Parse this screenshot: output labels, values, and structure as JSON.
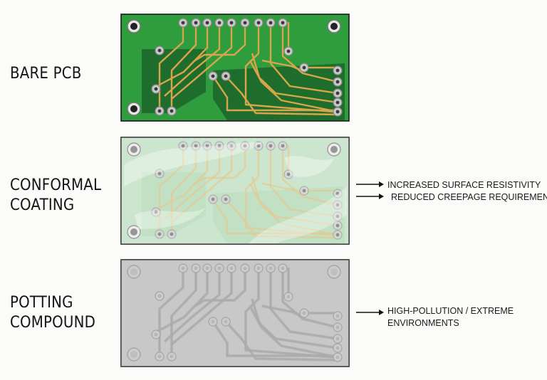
{
  "labels": {
    "bare": [
      "BARE PCB"
    ],
    "conformal": [
      "CONFORMAL",
      "COATING"
    ],
    "potting": [
      "POTTING",
      "COMPOUND"
    ]
  },
  "notes": {
    "conformal": [
      "INCREASED SURFACE RESISTIVITY",
      "REDUCED CREEPAGE REQUIREMENTS"
    ],
    "potting": [
      "HIGH-POLLUTION / EXTREME",
      "ENVIRONMENTS"
    ]
  },
  "colors": {
    "bare_board": "#2f9c3d",
    "bare_dark": "#1f6d2c",
    "trace": "#d8a64a",
    "coated_board": "#b9dcbc",
    "potted_board": "#c4c4c4",
    "pad_ring": "#c8c8c8",
    "outline": "#1b1b1b"
  }
}
